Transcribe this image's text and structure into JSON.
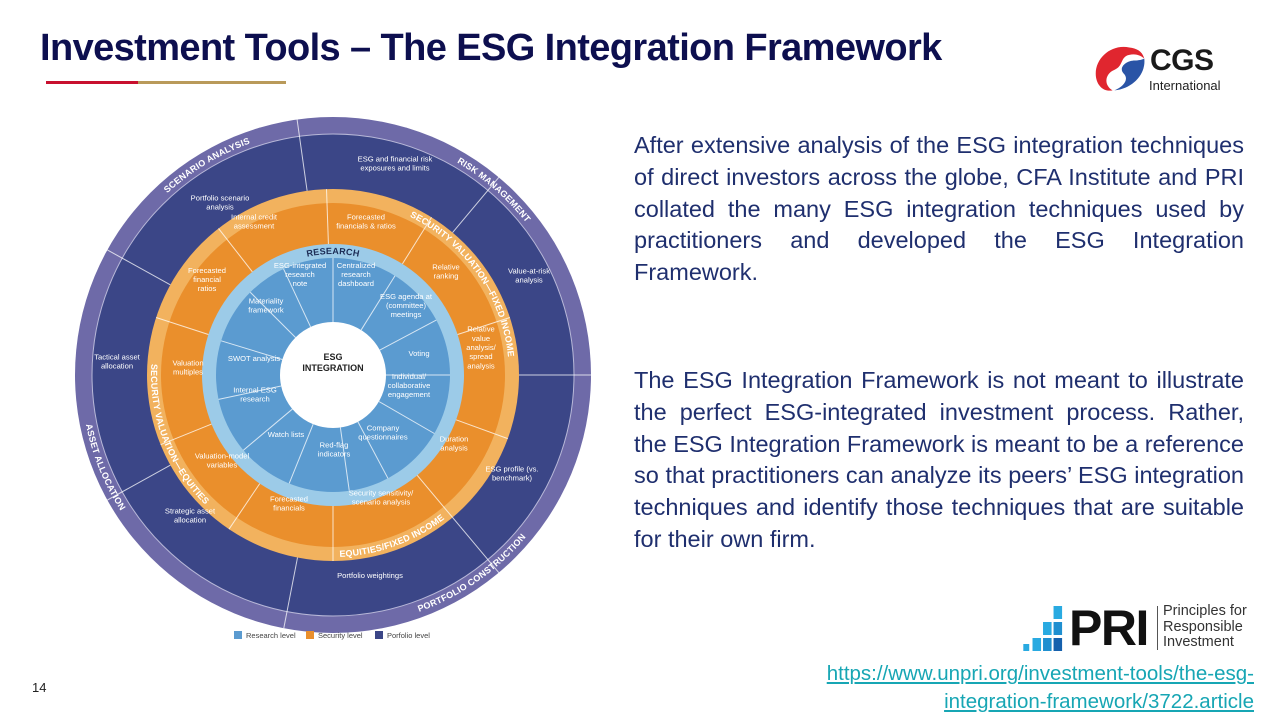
{
  "title": "Investment Tools – The ESG Integration Framework",
  "logo": {
    "name": "CGS",
    "sub": "International"
  },
  "diagram": {
    "center": [
      "ESG",
      "INTEGRATION"
    ],
    "ring_labels": {
      "scenario": "SCENARIO ANALYSIS",
      "risk": "RISK MANAGEMENT",
      "sv_fixed": "SECURITY VALUATION—FIXED INCOME",
      "research": "RESEARCH",
      "asset": "ASSET ALLOCATION",
      "sv_equities": "SECURITY VALUATION—EQUITIES",
      "eq_fixed": "EQUITIES/FIXED INCOME",
      "portfolio": "PORTFOLIO CONSTRUCTION"
    },
    "portfolio_items": {
      "scenario": [
        "Portfolio scenario",
        "analysis"
      ],
      "risk_exp": [
        "ESG and financial risk",
        "exposures and limits"
      ],
      "var": [
        "Value-at-risk",
        "analysis"
      ],
      "tactical": [
        "Tactical asset",
        "allocation"
      ],
      "esg_profile": [
        "ESG profile (vs.",
        "benchmark)"
      ],
      "strategic": [
        "Strategic asset",
        "allocation"
      ],
      "weightings": [
        "Portfolio weightings"
      ]
    },
    "security_items": {
      "credit": [
        "Internal credit",
        "assessment"
      ],
      "fin_ratios": [
        "Forecasted",
        "financials & ratios"
      ],
      "ratios": [
        "Forecasted",
        "financial",
        "ratios"
      ],
      "ranking": [
        "Relative",
        "ranking"
      ],
      "multiples": [
        "Valuation",
        "multiples"
      ],
      "rel_value": [
        "Relative",
        "value",
        "analysis/",
        "spread",
        "analysis"
      ],
      "model_vars": [
        "Valuation-model",
        "variables"
      ],
      "duration": [
        "Duration",
        "analysis"
      ],
      "financials": [
        "Forecasted",
        "financials"
      ],
      "sensitivity": [
        "Security sensitivity/",
        "scenario analysis"
      ]
    },
    "research_items": {
      "note": [
        "ESG-integrated",
        "research",
        "note"
      ],
      "dashboard": [
        "Centralized",
        "research",
        "dashboard"
      ],
      "materiality": [
        "Materiality",
        "framework"
      ],
      "agenda": [
        "ESG agenda at",
        "(committee)",
        "meetings"
      ],
      "swot": [
        "SWOT analysis"
      ],
      "voting": [
        "Voting"
      ],
      "internal": [
        "Internal ESG",
        "research"
      ],
      "engagement": [
        "Individual/",
        "collaborative",
        "engagement"
      ],
      "watch": [
        "Watch lists"
      ],
      "redflag": [
        "Red-flag",
        "indicators"
      ],
      "questionnaires": [
        "Company",
        "questionnaires"
      ]
    },
    "legend": [
      "Research level",
      "Security level",
      "Porfolio level"
    ],
    "colors": {
      "research": "#5b9bd0",
      "research_band": "#9ccbe8",
      "security": "#ea8f2c",
      "security_band": "#f2b25e",
      "portfolio": "#3b4687",
      "portfolio_band": "#6e6aa8"
    }
  },
  "paragraphs": [
    "After extensive analysis of the ESG integration techniques of direct investors across the globe, CFA Institute and PRI collated the many ESG integration techniques used by practitioners and developed the ESG Integration Framework.",
    "The ESG Integration Framework is not meant to illustrate the perfect ESG-integrated investment process. Rather, the ESG Integration Framework is meant to be a reference so that practitioners can analyze its peers’ ESG integration techniques and identify those techniques that are suitable for their own firm."
  ],
  "pri_logo": {
    "mark": "PRI",
    "desc": [
      "Principles for",
      "Responsible",
      "Investment"
    ]
  },
  "link": [
    "https://www.unpri.org/investment-tools/the-esg-",
    "integration-framework/3722.article"
  ],
  "page_number": "14"
}
